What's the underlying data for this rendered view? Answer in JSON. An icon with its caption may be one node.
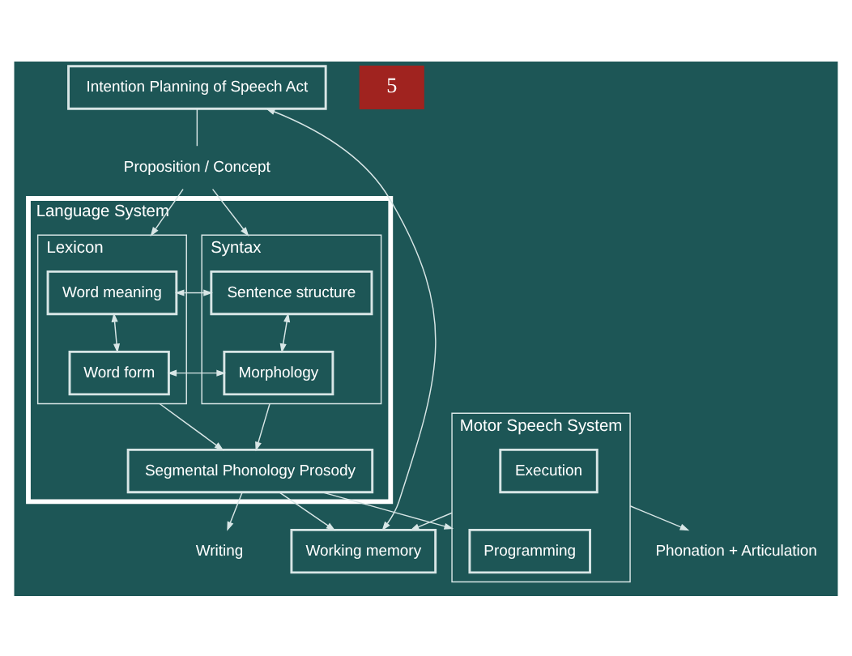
{
  "diagram": {
    "nodes": [
      {
        "text": [
          "Intention Planning of Speech Act"
        ]
      },
      {
        "text": [
          "Proposition / Concept"
        ]
      },
      {
        "text": [
          "Language System"
        ]
      },
      {
        "text": [
          "Syntax"
        ],
        "in": 2
      },
      {
        "text": [
          "Sentence structure"
        ],
        "in": 3
      },
      {
        "text": [
          "Morphology"
        ],
        "in": 3
      },
      {
        "text": [
          "Lexicon"
        ],
        "in": 2
      },
      {
        "text": [
          "Word meaning"
        ],
        "in": 6
      },
      {
        "text": [
          "Word form"
        ],
        "in": 6
      },
      {
        "text": [
          "Segmental Phonology Prosody"
        ],
        "in": 2
      },
      {
        "text": [
          "Working memory"
        ]
      },
      {
        "text": [
          "Motor Speech System"
        ]
      },
      {
        "text": [
          "Programming"
        ],
        "in": 11
      },
      {
        "text": [
          "Execution"
        ],
        "in": 11
      },
      {
        "text": [
          "Writing"
        ]
      },
      {
        "text": [
          "Phonation + Articulation"
        ]
      }
    ],
    "edges": [
      {
        "from": 0,
        "to": 1,
        "arrow": "none"
      },
      {
        "from": 1,
        "to": 3,
        "arrow": "to"
      },
      {
        "from": 1,
        "to": 6,
        "arrow": "to"
      },
      {
        "from": 4,
        "to": 5,
        "arrow": "both"
      },
      {
        "from": 4,
        "to": 7,
        "arrow": "both"
      },
      {
        "from": 5,
        "to": 8,
        "arrow": "both"
      },
      {
        "from": 7,
        "to": 8,
        "arrow": "both"
      },
      {
        "from": 3,
        "to": 9,
        "arrow": "to"
      },
      {
        "from": 6,
        "to": 9,
        "arrow": "to"
      },
      {
        "from": 9,
        "to": 10,
        "arrow": "to"
      },
      {
        "from": 9,
        "to": 14,
        "arrow": "to"
      },
      {
        "from": 9,
        "to": 11,
        "arrow": "to"
      },
      {
        "from": 11,
        "to": 15,
        "arrow": "to"
      },
      {
        "from": 11,
        "to": 10,
        "arrow": "to"
      },
      {
        "from": 10,
        "to": 0,
        "arrow": "both"
      }
    ],
    "labels": [
      "5"
    ]
  }
}
